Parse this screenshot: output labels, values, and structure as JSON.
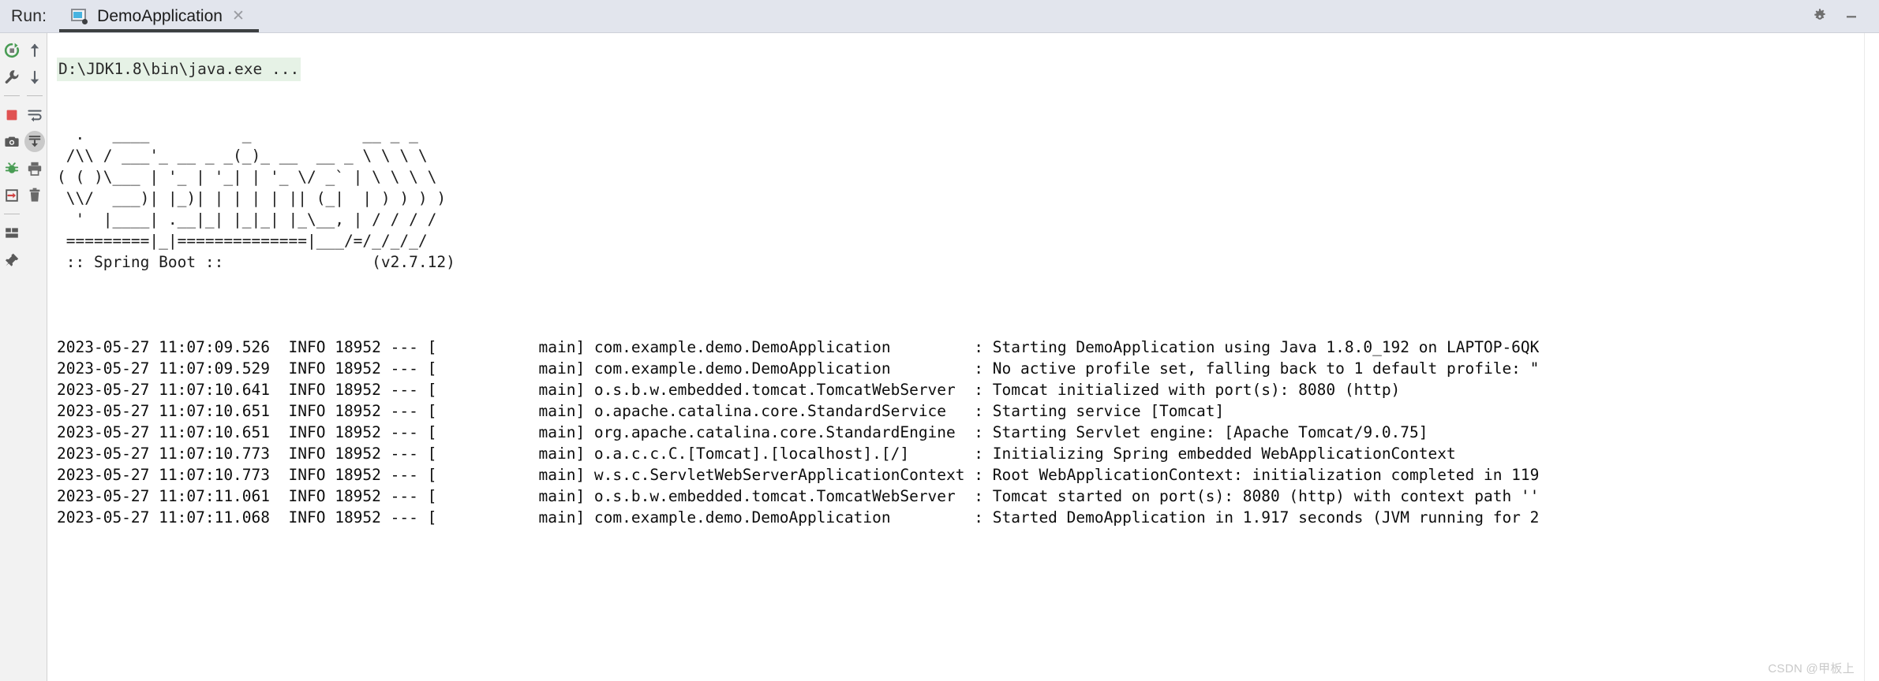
{
  "window": {
    "run_label": "Run:",
    "settings_icon": "gear-icon",
    "minimize_icon": "minimize-icon"
  },
  "tabs": [
    {
      "label": "DemoApplication",
      "icon": "run-configuration-icon",
      "close_icon": "close-icon",
      "active": true
    }
  ],
  "toolbar_primary": [
    {
      "name": "rerun-button",
      "icon": "rerun-icon",
      "tooltip": "Rerun"
    },
    {
      "name": "edit-configurations-button",
      "icon": "wrench-icon",
      "tooltip": "Edit Configurations"
    },
    {
      "name": "stop-button",
      "icon": "stop-icon",
      "tooltip": "Stop"
    },
    {
      "name": "screenshot-button",
      "icon": "camera-icon",
      "tooltip": "Screenshot"
    },
    {
      "name": "attach-debugger-button",
      "icon": "bug-attach-icon",
      "tooltip": "Attach Debugger"
    },
    {
      "name": "dump-threads-button",
      "icon": "export-arrow-icon",
      "tooltip": "Dump Threads"
    },
    {
      "name": "layout-button",
      "icon": "layout-icon",
      "tooltip": "Layout Settings"
    },
    {
      "name": "pin-button",
      "icon": "pin-icon",
      "tooltip": "Pin Tab"
    }
  ],
  "toolbar_secondary": [
    {
      "name": "up-stacktrace-button",
      "icon": "arrow-up-icon",
      "tooltip": "Up the Stack Trace"
    },
    {
      "name": "down-stacktrace-button",
      "icon": "arrow-down-icon",
      "tooltip": "Down the Stack Trace"
    },
    {
      "name": "soft-wrap-button",
      "icon": "soft-wrap-icon",
      "tooltip": "Soft-Wrap"
    },
    {
      "name": "scroll-to-end-button",
      "icon": "scroll-to-end-icon",
      "tooltip": "Scroll to the end",
      "pressed": true
    },
    {
      "name": "print-button",
      "icon": "printer-icon",
      "tooltip": "Print"
    },
    {
      "name": "clear-all-button",
      "icon": "trash-icon",
      "tooltip": "Clear All"
    }
  ],
  "console": {
    "command_line": "D:\\JDK1.8\\bin\\java.exe ...",
    "banner": [
      "",
      "  .   ____          _            __ _ _",
      " /\\\\ / ___'_ __ _ _(_)_ __  __ _ \\ \\ \\ \\",
      "( ( )\\___ | '_ | '_| | '_ \\/ _` | \\ \\ \\ \\",
      " \\\\/  ___)| |_)| | | | | || (_|  | ) ) ) )",
      "  '  |____| .__|_| |_|_| |_\\__, | / / / /",
      " =========|_|==============|___/=/_/_/_/",
      " :: Spring Boot ::                (v2.7.12)",
      ""
    ],
    "spring_boot_version": "v2.7.12",
    "log_lines": [
      {
        "timestamp": "2023-05-27 11:07:09.526",
        "level": "INFO",
        "pid": "18952",
        "separator": "---",
        "thread": "main",
        "logger": "com.example.demo.DemoApplication",
        "message": "Starting DemoApplication using Java 1.8.0_192 on LAPTOP-6QK",
        "raw": "2023-05-27 11:07:09.526  INFO 18952 --- [           main] com.example.demo.DemoApplication         : Starting DemoApplication using Java 1.8.0_192 on LAPTOP-6QK"
      },
      {
        "timestamp": "2023-05-27 11:07:09.529",
        "level": "INFO",
        "pid": "18952",
        "separator": "---",
        "thread": "main",
        "logger": "com.example.demo.DemoApplication",
        "message": "No active profile set, falling back to 1 default profile: \"",
        "raw": "2023-05-27 11:07:09.529  INFO 18952 --- [           main] com.example.demo.DemoApplication         : No active profile set, falling back to 1 default profile: \""
      },
      {
        "timestamp": "2023-05-27 11:07:10.641",
        "level": "INFO",
        "pid": "18952",
        "separator": "---",
        "thread": "main",
        "logger": "o.s.b.w.embedded.tomcat.TomcatWebServer",
        "message": "Tomcat initialized with port(s): 8080 (http)",
        "raw": "2023-05-27 11:07:10.641  INFO 18952 --- [           main] o.s.b.w.embedded.tomcat.TomcatWebServer  : Tomcat initialized with port(s): 8080 (http)"
      },
      {
        "timestamp": "2023-05-27 11:07:10.651",
        "level": "INFO",
        "pid": "18952",
        "separator": "---",
        "thread": "main",
        "logger": "o.apache.catalina.core.StandardService",
        "message": "Starting service [Tomcat]",
        "raw": "2023-05-27 11:07:10.651  INFO 18952 --- [           main] o.apache.catalina.core.StandardService   : Starting service [Tomcat]"
      },
      {
        "timestamp": "2023-05-27 11:07:10.651",
        "level": "INFO",
        "pid": "18952",
        "separator": "---",
        "thread": "main",
        "logger": "org.apache.catalina.core.StandardEngine",
        "message": "Starting Servlet engine: [Apache Tomcat/9.0.75]",
        "raw": "2023-05-27 11:07:10.651  INFO 18952 --- [           main] org.apache.catalina.core.StandardEngine  : Starting Servlet engine: [Apache Tomcat/9.0.75]"
      },
      {
        "timestamp": "2023-05-27 11:07:10.773",
        "level": "INFO",
        "pid": "18952",
        "separator": "---",
        "thread": "main",
        "logger": "o.a.c.c.C.[Tomcat].[localhost].[/]",
        "message": "Initializing Spring embedded WebApplicationContext",
        "raw": "2023-05-27 11:07:10.773  INFO 18952 --- [           main] o.a.c.c.C.[Tomcat].[localhost].[/]       : Initializing Spring embedded WebApplicationContext"
      },
      {
        "timestamp": "2023-05-27 11:07:10.773",
        "level": "INFO",
        "pid": "18952",
        "separator": "---",
        "thread": "main",
        "logger": "w.s.c.ServletWebServerApplicationContext",
        "message": "Root WebApplicationContext: initialization completed in 119",
        "raw": "2023-05-27 11:07:10.773  INFO 18952 --- [           main] w.s.c.ServletWebServerApplicationContext : Root WebApplicationContext: initialization completed in 119"
      },
      {
        "timestamp": "2023-05-27 11:07:11.061",
        "level": "INFO",
        "pid": "18952",
        "separator": "---",
        "thread": "main",
        "logger": "o.s.b.w.embedded.tomcat.TomcatWebServer",
        "message": "Tomcat started on port(s): 8080 (http) with context path ''",
        "raw": "2023-05-27 11:07:11.061  INFO 18952 --- [           main] o.s.b.w.embedded.tomcat.TomcatWebServer  : Tomcat started on port(s): 8080 (http) with context path ''"
      },
      {
        "timestamp": "2023-05-27 11:07:11.068",
        "level": "INFO",
        "pid": "18952",
        "separator": "---",
        "thread": "main",
        "logger": "com.example.demo.DemoApplication",
        "message": "Started DemoApplication in 1.917 seconds (JVM running for 2",
        "raw": "2023-05-27 11:07:11.068  INFO 18952 --- [           main] com.example.demo.DemoApplication         : Started DemoApplication in 1.917 seconds (JVM running for 2"
      }
    ],
    "watermark": "CSDN @甲板上"
  },
  "colors": {
    "tabbar_bg": "#e2e5ed",
    "toolbar_bg": "#f2f2f2",
    "console_bg": "#ffffff",
    "command_highlight": "#e6f2e6",
    "text": "#0d0d0d",
    "accent_green": "#499c54",
    "accent_red": "#e05252",
    "tab_underline": "#3c3f41"
  }
}
